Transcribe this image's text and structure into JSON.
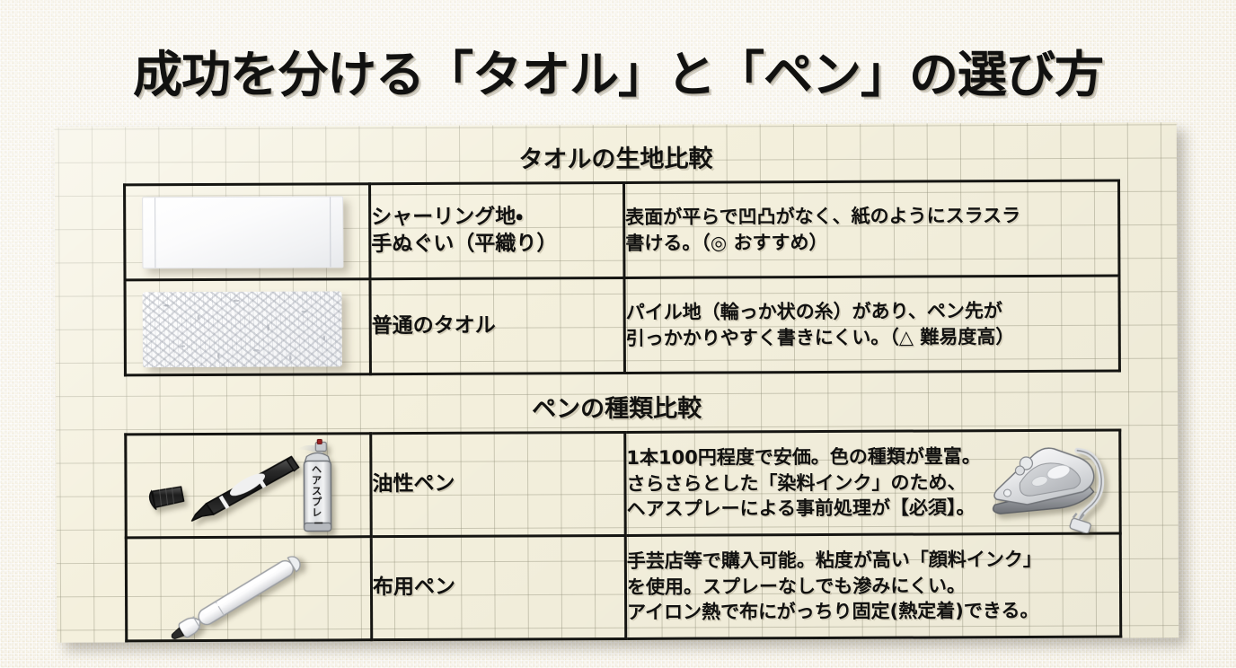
{
  "title": "成功を分ける「タオル」と「ペン」の選び方",
  "colors": {
    "background": "#f5eedd",
    "paper": "#f4f0dd",
    "grid_line": "#96947e",
    "ink": "#151512",
    "text": "#111110"
  },
  "sections": [
    {
      "id": "towel",
      "heading": "タオルの生地比較",
      "rows": [
        {
          "image": "flat-white-towel-illustration",
          "name": "シャーリング地・\n手ぬぐい（平織り）",
          "name_lines": [
            "シャーリング地・",
            "手ぬぐい（平織り）"
          ],
          "description_lines": [
            "表面が平らで凹凸がなく、紙のようにスラスラ",
            "書ける。（◎ おすすめ）"
          ]
        },
        {
          "image": "terry-pile-towel-illustration",
          "name": "普通のタオル",
          "name_lines": [
            "普通のタオル"
          ],
          "description_lines": [
            "パイル地（輪っか状の糸）があり、ペン先が",
            "引っかかりやすく書きにくい。（△ 難易度高）"
          ]
        }
      ]
    },
    {
      "id": "pen",
      "heading": "ペンの種類比較",
      "rows": [
        {
          "image": "black-marker-and-hairspray-illustration",
          "spray_can_label": "ヘアスプレー",
          "name": "油性ペン",
          "name_lines": [
            "油性ペン"
          ],
          "description_lines": [
            "1本100円程度で安価。色の種類が豊富。",
            "さらさらとした「染料インク」のため、",
            "ヘアスプレーによる事前処理が【必須】。"
          ]
        },
        {
          "image": "white-fabric-pen-illustration",
          "extra_image": "clothes-iron-illustration",
          "name": "布用ペン",
          "name_lines": [
            "布用ペン"
          ],
          "description_lines": [
            "手芸店等で購入可能。粘度が高い「顔料インク」",
            "を使用。スプレーなしでも滲みにくい。",
            "アイロン熱で布にがっちり固定(熱定着)できる。"
          ]
        }
      ]
    }
  ]
}
